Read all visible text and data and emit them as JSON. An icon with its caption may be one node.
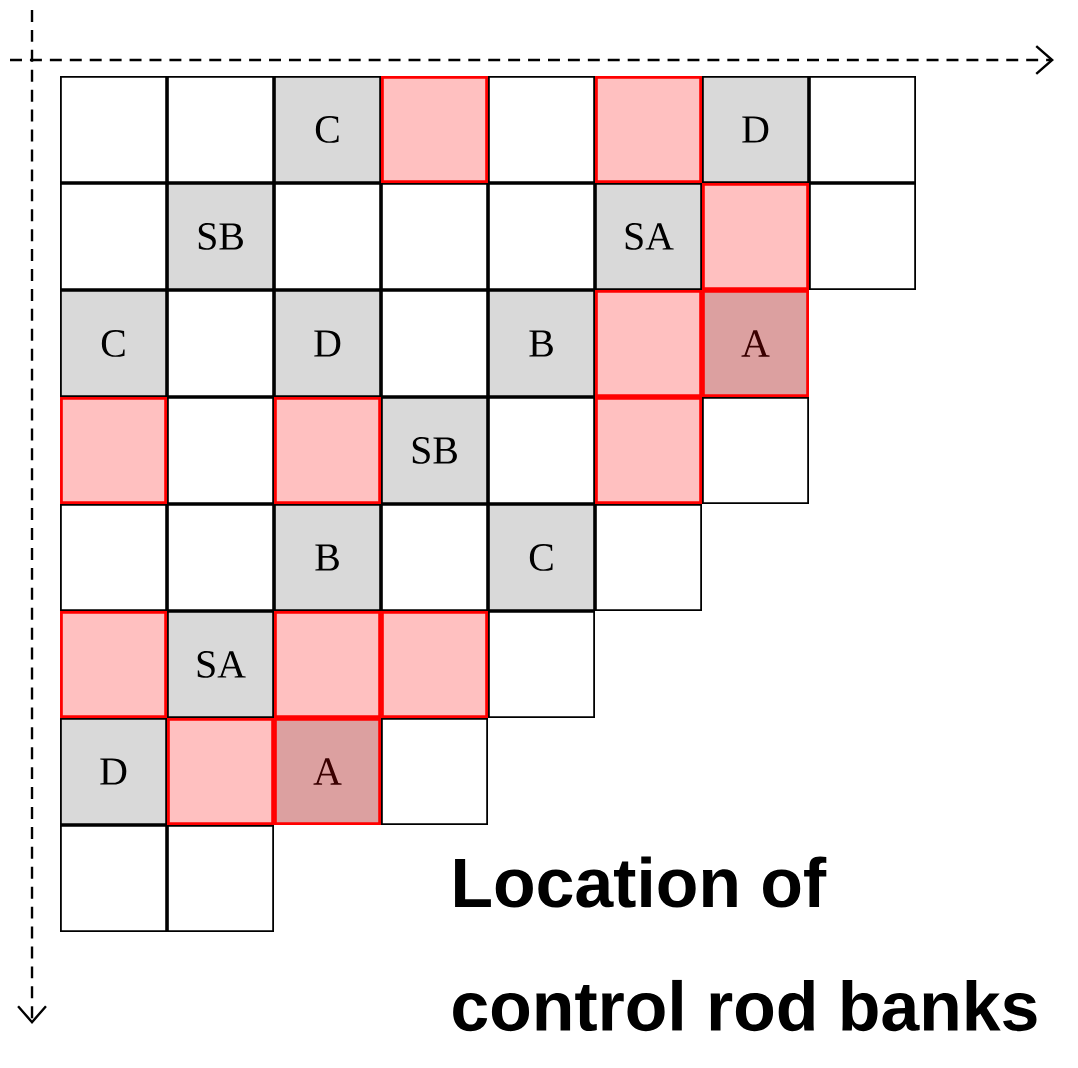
{
  "diagram": {
    "caption": "Location of control rod banks",
    "nodes": [
      {
        "text": [],
        "shape": "box"
      },
      {
        "text": [],
        "shape": "box"
      },
      {
        "text": [
          "C"
        ]
      },
      {
        "text": [],
        "shape": "box"
      },
      {
        "text": [],
        "shape": "box"
      },
      {
        "text": [],
        "shape": "box"
      },
      {
        "text": [
          "D"
        ]
      },
      {
        "text": [],
        "shape": "box"
      },
      {
        "text": [],
        "shape": "box"
      },
      {
        "text": [
          "SB"
        ]
      },
      {
        "text": [],
        "shape": "box"
      },
      {
        "text": [],
        "shape": "box"
      },
      {
        "text": [],
        "shape": "box"
      },
      {
        "text": [
          "SA"
        ]
      },
      {
        "text": [],
        "shape": "box"
      },
      {
        "text": [],
        "shape": "box"
      },
      {
        "text": [
          "C"
        ]
      },
      {
        "text": [],
        "shape": "box"
      },
      {
        "text": [
          "D"
        ]
      },
      {
        "text": [],
        "shape": "box"
      },
      {
        "text": [
          "B"
        ]
      },
      {
        "text": [],
        "shape": "box"
      },
      {
        "text": [
          "A"
        ]
      },
      {
        "text": [],
        "shape": "box"
      },
      {
        "text": [],
        "shape": "box"
      },
      {
        "text": [],
        "shape": "box"
      },
      {
        "text": [
          "SB"
        ]
      },
      {
        "text": [],
        "shape": "box"
      },
      {
        "text": [],
        "shape": "box"
      },
      {
        "text": [],
        "shape": "box"
      },
      {
        "text": [],
        "shape": "box"
      },
      {
        "text": [],
        "shape": "box"
      },
      {
        "text": [
          "B"
        ]
      },
      {
        "text": [],
        "shape": "box"
      },
      {
        "text": [
          "C"
        ]
      },
      {
        "text": [],
        "shape": "box"
      },
      {
        "text": [],
        "shape": "box"
      },
      {
        "text": [
          "SA"
        ]
      },
      {
        "text": [],
        "shape": "box"
      },
      {
        "text": [],
        "shape": "box"
      },
      {
        "text": [],
        "shape": "box"
      },
      {
        "text": [
          "D"
        ]
      },
      {
        "text": [],
        "shape": "box"
      },
      {
        "text": [
          "A"
        ]
      },
      {
        "text": [],
        "shape": "box"
      },
      {
        "text": [],
        "shape": "box"
      },
      {
        "text": [],
        "shape": "box"
      }
    ]
  }
}
